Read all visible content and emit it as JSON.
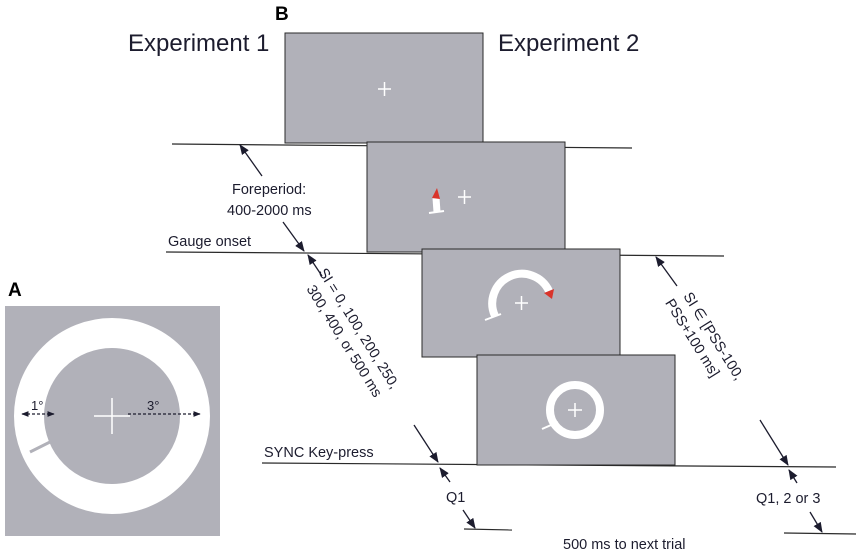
{
  "panel_a": {
    "letter": "A",
    "dim_ring": "1°",
    "dim_inner": "3°"
  },
  "panel_b": {
    "letter": "B",
    "experiment_1": "Experiment 1",
    "experiment_2": "Experiment 2",
    "foreperiod_line1": "Foreperiod:",
    "foreperiod_line2": "400-2000 ms",
    "gauge_onset": "Gauge onset",
    "sync_keypress": "SYNC Key-press",
    "si_exp1_line1": "SI = 0, 100, 200, 250,",
    "si_exp1_line2": "300, 400, or 500 ms",
    "si_exp2_line1": "SI ∈ [PSS-100,",
    "si_exp2_line2": "PSS+100 ms]",
    "q1": "Q1",
    "q123": "Q1, 2 or 3",
    "next_trial": "500 ms to next trial"
  },
  "colors": {
    "screen_gray": "#b1b1b9",
    "border": "#2a2a2a",
    "white": "#ffffff",
    "gauge_tip_red": "#d9342b"
  }
}
